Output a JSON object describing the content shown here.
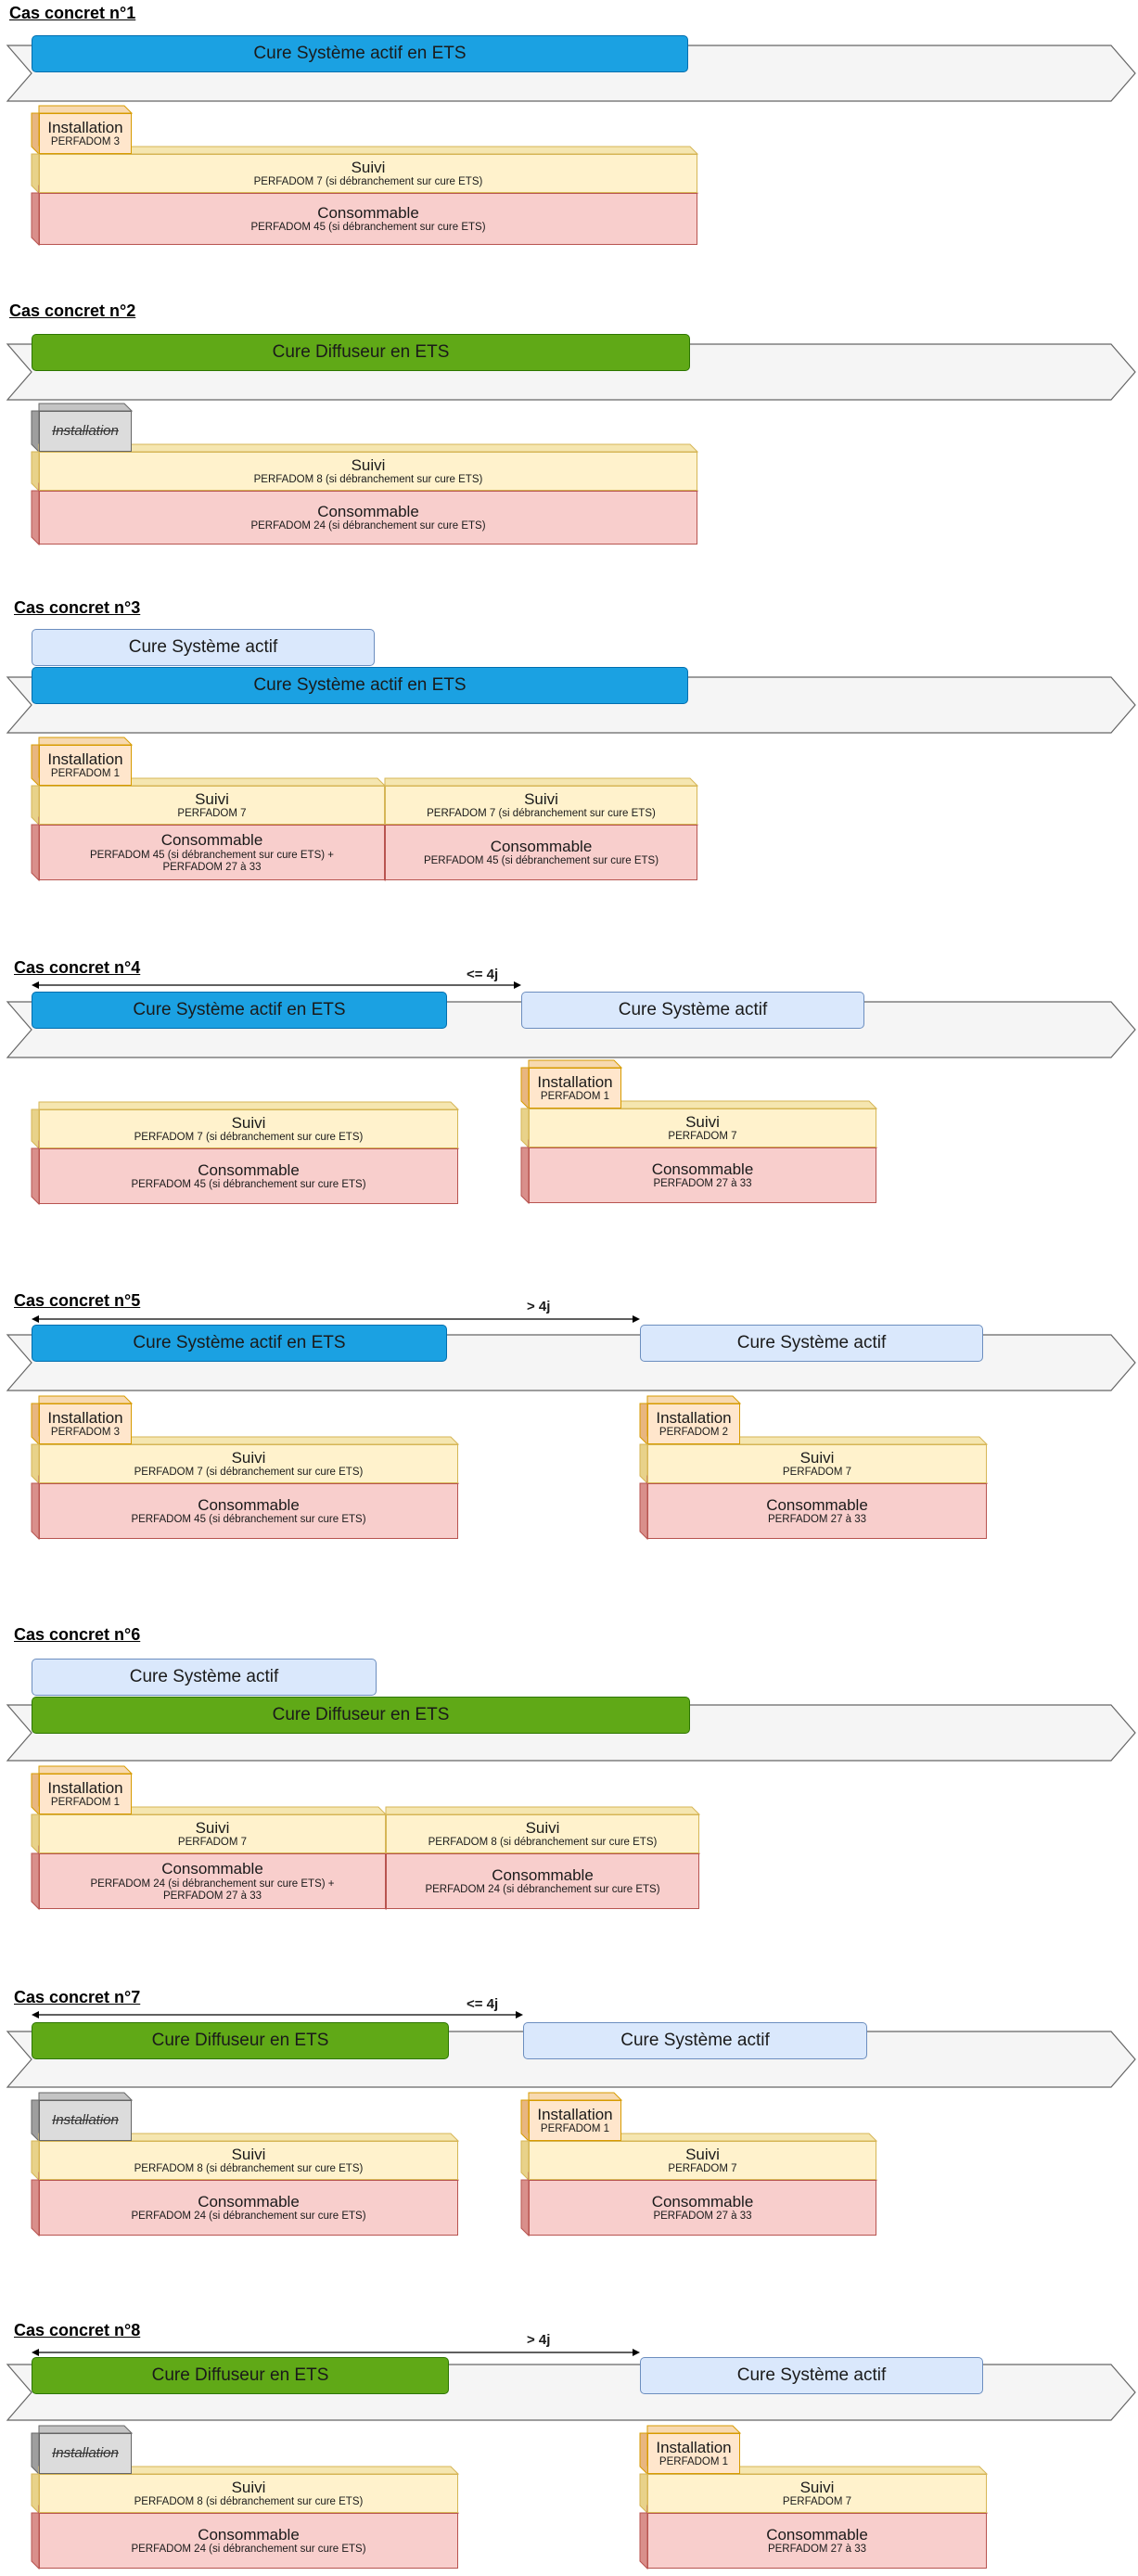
{
  "cases": [
    {
      "title": "Cas concret n°1",
      "cures": [
        {
          "label": "Cure Système actif en ETS"
        }
      ],
      "installation": [
        {
          "title": "Installation",
          "sub": "PERFADOM 3"
        }
      ],
      "suivi": [
        {
          "title": "Suivi",
          "sub": "PERFADOM 7 (si débranchement sur cure ETS)"
        }
      ],
      "consommable": [
        {
          "title": "Consommable",
          "sub": "PERFADOM 45 (si débranchement sur cure ETS)"
        }
      ]
    },
    {
      "title": "Cas concret n°2",
      "cures": [
        {
          "label": "Cure Diffuseur en ETS"
        }
      ],
      "installation": [
        {
          "title": "Installation",
          "sub": ""
        }
      ],
      "suivi": [
        {
          "title": "Suivi",
          "sub": "PERFADOM 8 (si débranchement sur cure ETS)"
        }
      ],
      "consommable": [
        {
          "title": "Consommable",
          "sub": "PERFADOM 24 (si débranchement sur cure ETS)"
        }
      ]
    },
    {
      "title": "Cas concret n°3",
      "cures": [
        {
          "label": "Cure Système actif"
        },
        {
          "label": "Cure Système actif en ETS"
        }
      ],
      "installation": [
        {
          "title": "Installation",
          "sub": "PERFADOM 1"
        }
      ],
      "suivi": [
        {
          "title": "Suivi",
          "sub": "PERFADOM 7"
        },
        {
          "title": "Suivi",
          "sub": "PERFADOM 7 (si débranchement sur cure ETS)"
        }
      ],
      "consommable": [
        {
          "title": "Consommable",
          "sub": "PERFADOM 45 (si débranchement sur cure ETS) +",
          "sub2": "PERFADOM 27 à 33"
        },
        {
          "title": "Consommable",
          "sub": "PERFADOM 45 (si débranchement sur cure ETS)"
        }
      ]
    },
    {
      "title": "Cas concret n°4",
      "gap": "<= 4j",
      "cures": [
        {
          "label": "Cure Système actif en ETS"
        },
        {
          "label": "Cure Système actif"
        }
      ],
      "installation": [
        {
          "title": "Installation",
          "sub": "PERFADOM 1"
        }
      ],
      "suivi": [
        {
          "title": "Suivi",
          "sub": "PERFADOM 7 (si débranchement sur cure ETS)"
        },
        {
          "title": "Suivi",
          "sub": "PERFADOM 7"
        }
      ],
      "consommable": [
        {
          "title": "Consommable",
          "sub": "PERFADOM 45 (si débranchement sur cure ETS)"
        },
        {
          "title": "Consommable",
          "sub": "PERFADOM 27 à 33"
        }
      ]
    },
    {
      "title": "Cas concret n°5",
      "gap": "> 4j",
      "cures": [
        {
          "label": "Cure Système actif en ETS"
        },
        {
          "label": "Cure Système actif"
        }
      ],
      "installation": [
        {
          "title": "Installation",
          "sub": "PERFADOM 3"
        },
        {
          "title": "Installation",
          "sub": "PERFADOM 2"
        }
      ],
      "suivi": [
        {
          "title": "Suivi",
          "sub": "PERFADOM 7 (si débranchement sur cure ETS)"
        },
        {
          "title": "Suivi",
          "sub": "PERFADOM 7"
        }
      ],
      "consommable": [
        {
          "title": "Consommable",
          "sub": "PERFADOM 45 (si débranchement sur cure ETS)"
        },
        {
          "title": "Consommable",
          "sub": "PERFADOM 27 à 33"
        }
      ]
    },
    {
      "title": "Cas concret n°6",
      "cures": [
        {
          "label": "Cure Système actif"
        },
        {
          "label": "Cure Diffuseur en ETS"
        }
      ],
      "installation": [
        {
          "title": "Installation",
          "sub": "PERFADOM 1"
        }
      ],
      "suivi": [
        {
          "title": "Suivi",
          "sub": "PERFADOM 7"
        },
        {
          "title": "Suivi",
          "sub": "PERFADOM 8 (si débranchement sur cure ETS)"
        }
      ],
      "consommable": [
        {
          "title": "Consommable",
          "sub": "PERFADOM 24 (si débranchement sur cure ETS) +",
          "sub2": "PERFADOM 27 à 33"
        },
        {
          "title": "Consommable",
          "sub": "PERFADOM 24 (si débranchement sur cure ETS)"
        }
      ]
    },
    {
      "title": "Cas concret n°7",
      "gap": "<= 4j",
      "cures": [
        {
          "label": "Cure Diffuseur en ETS"
        },
        {
          "label": "Cure Système actif"
        }
      ],
      "installation": [
        {
          "title": "Installation",
          "sub": ""
        },
        {
          "title": "Installation",
          "sub": "PERFADOM 1"
        }
      ],
      "suivi": [
        {
          "title": "Suivi",
          "sub": "PERFADOM 8 (si débranchement sur cure ETS)"
        },
        {
          "title": "Suivi",
          "sub": "PERFADOM 7"
        }
      ],
      "consommable": [
        {
          "title": "Consommable",
          "sub": "PERFADOM 24 (si débranchement sur cure ETS)"
        },
        {
          "title": "Consommable",
          "sub": "PERFADOM 27 à 33"
        }
      ]
    },
    {
      "title": "Cas concret n°8",
      "gap": "> 4j",
      "cures": [
        {
          "label": "Cure Diffuseur en ETS"
        },
        {
          "label": "Cure Système actif"
        }
      ],
      "installation": [
        {
          "title": "Installation",
          "sub": ""
        },
        {
          "title": "Installation",
          "sub": "PERFADOM 1"
        }
      ],
      "suivi": [
        {
          "title": "Suivi",
          "sub": "PERFADOM 8 (si débranchement sur cure ETS)"
        },
        {
          "title": "Suivi",
          "sub": "PERFADOM 7"
        }
      ],
      "consommable": [
        {
          "title": "Consommable",
          "sub": "PERFADOM 24 (si débranchement sur cure ETS)"
        },
        {
          "title": "Consommable",
          "sub": "PERFADOM 27 à 33"
        }
      ]
    }
  ]
}
